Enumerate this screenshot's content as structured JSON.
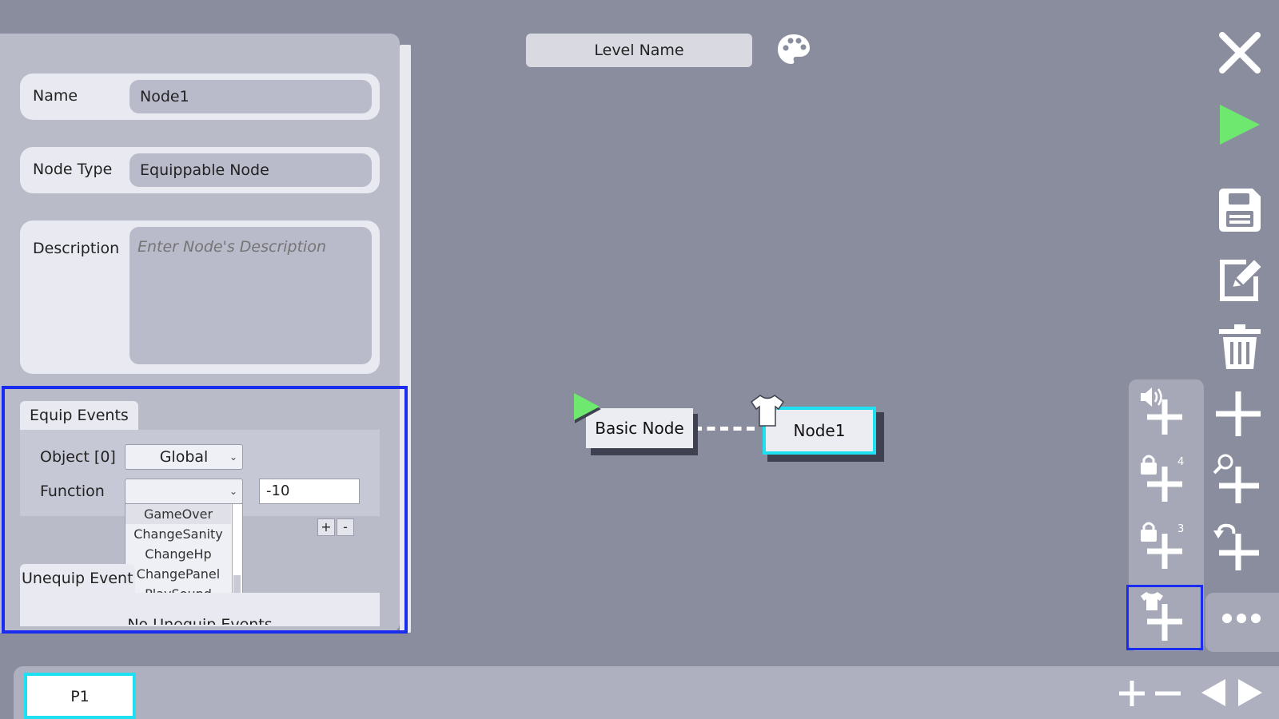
{
  "level": {
    "name": "Level Name"
  },
  "panel": {
    "name": {
      "label": "Name",
      "value": "Node1"
    },
    "node_type": {
      "label": "Node Type",
      "value": "Equippable Node"
    },
    "description": {
      "label": "Description",
      "placeholder": "Enter Node's Description"
    },
    "equip_events": {
      "tab_label": "Equip Events",
      "object_label": "Object [0]",
      "object_value": "Global",
      "function_label": "Function",
      "function_value": "",
      "param_value": "-10",
      "options": [
        "GameOver",
        "ChangeSanity",
        "ChangeHp",
        "ChangePanel",
        "PlaySound"
      ],
      "add_label": "+",
      "remove_label": "-"
    },
    "unequip_events": {
      "tab_label": "Unequip Event",
      "empty_text": "No Unequip Events"
    }
  },
  "canvas": {
    "nodes": [
      {
        "label": "Basic Node"
      },
      {
        "label": "Node1"
      }
    ]
  },
  "toolbar": {
    "lock4_count": "4",
    "lock3_count": "3",
    "icons": [
      "close-icon",
      "play-icon",
      "save-icon",
      "edit-icon",
      "trash-icon",
      "add-sound-node-icon",
      "add-node-icon",
      "add-lock-node-icon",
      "add-inspect-node-icon",
      "add-undo-node-icon",
      "add-equippable-node-icon",
      "more-icon"
    ]
  },
  "pages": {
    "tabs": [
      {
        "label": "P1"
      }
    ]
  },
  "colors": {
    "accent_cyan": "#1ee0f0",
    "selection_blue": "#1a2cf0",
    "play_green": "#6ee86e",
    "background": "#8a8d9d"
  }
}
